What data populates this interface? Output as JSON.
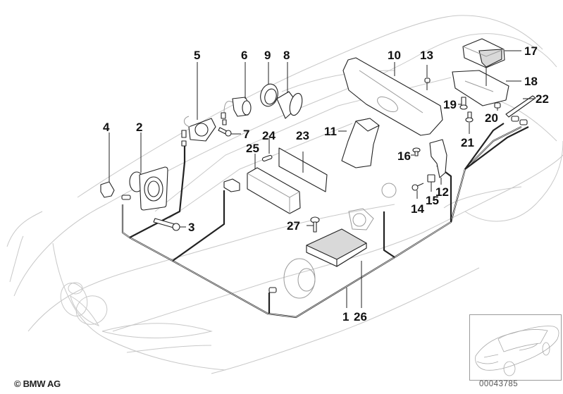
{
  "diagram": {
    "title": "BMW audio system parts exploded view",
    "copyright": "© BMW AG",
    "document_number": "00043785",
    "thumbnail": "vehicle-overview-thumbnail",
    "callouts": [
      {
        "id": "1",
        "label": "1",
        "part": "wiring harness"
      },
      {
        "id": "2",
        "label": "2",
        "part": "door speaker"
      },
      {
        "id": "3",
        "label": "3",
        "part": "screw"
      },
      {
        "id": "4",
        "label": "4",
        "part": "clip nut"
      },
      {
        "id": "5",
        "label": "5",
        "part": "tweeter"
      },
      {
        "id": "6",
        "label": "6",
        "part": "tweeter"
      },
      {
        "id": "7",
        "label": "7",
        "part": "screw"
      },
      {
        "id": "8",
        "label": "8",
        "part": "sleeve"
      },
      {
        "id": "9",
        "label": "9",
        "part": "ring nut"
      },
      {
        "id": "10",
        "label": "10",
        "part": "speaker housing"
      },
      {
        "id": "11",
        "label": "11",
        "part": "duct"
      },
      {
        "id": "12",
        "label": "12",
        "part": "bracket"
      },
      {
        "id": "13",
        "label": "13",
        "part": "screw"
      },
      {
        "id": "14",
        "label": "14",
        "part": "screw"
      },
      {
        "id": "15",
        "label": "15",
        "part": "clip nut"
      },
      {
        "id": "16",
        "label": "16",
        "part": "expanding rivet"
      },
      {
        "id": "17",
        "label": "17",
        "part": "amplifier"
      },
      {
        "id": "18",
        "label": "18",
        "part": "amplifier bracket"
      },
      {
        "id": "19",
        "label": "19",
        "part": "screw"
      },
      {
        "id": "20",
        "label": "20",
        "part": "nut"
      },
      {
        "id": "21",
        "label": "21",
        "part": "screw"
      },
      {
        "id": "22",
        "label": "22",
        "part": "foam strip"
      },
      {
        "id": "23",
        "label": "23",
        "part": "cover plate"
      },
      {
        "id": "24",
        "label": "24",
        "part": "pin"
      },
      {
        "id": "25",
        "label": "25",
        "part": "installation frame"
      },
      {
        "id": "26",
        "label": "26",
        "part": "radio unit"
      },
      {
        "id": "27",
        "label": "27",
        "part": "screw"
      }
    ]
  }
}
